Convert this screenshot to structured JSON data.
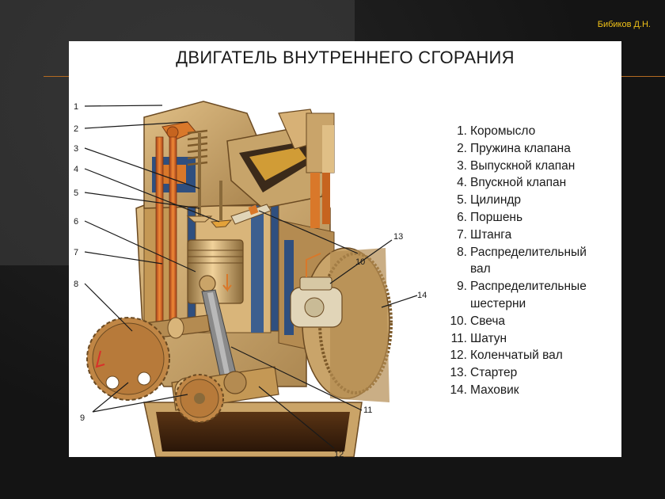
{
  "author": "Бибиков Д.Н.",
  "title": "ДВИГАТЕЛЬ ВНУТРЕННЕГО СГОРАНИЯ",
  "legend": [
    {
      "num": "1.",
      "lines": [
        "Коромысло"
      ]
    },
    {
      "num": "2.",
      "lines": [
        "Пружина клапана"
      ]
    },
    {
      "num": "3.",
      "lines": [
        "Выпускной клапан"
      ]
    },
    {
      "num": "4.",
      "lines": [
        "Впускной клапан"
      ]
    },
    {
      "num": "5.",
      "lines": [
        "Цилиндр"
      ]
    },
    {
      "num": "6.",
      "lines": [
        "Поршень"
      ]
    },
    {
      "num": "7.",
      "lines": [
        "Штанга"
      ]
    },
    {
      "num": "8.",
      "lines": [
        "Распределительный",
        "вал"
      ]
    },
    {
      "num": "9.",
      "lines": [
        "Распределительные",
        "шестерни"
      ]
    },
    {
      "num": "10.",
      "lines": [
        "Свеча"
      ]
    },
    {
      "num": "11.",
      "lines": [
        "Шатун"
      ]
    },
    {
      "num": "12.",
      "lines": [
        "Коленчатый вал"
      ]
    },
    {
      "num": "13.",
      "lines": [
        "Стартер"
      ]
    },
    {
      "num": "14.",
      "lines": [
        "Маховик"
      ]
    }
  ],
  "callouts": [
    "1",
    "2",
    "3",
    "4",
    "5",
    "6",
    "7",
    "8",
    "9",
    "10",
    "11",
    "12",
    "13",
    "14"
  ],
  "colors": {
    "background": "#141414",
    "panel": "#2c2c2c",
    "accent": "#b36a22",
    "author_text": "#f2c318",
    "engine_body": "#c9a46a",
    "copper": "#d9782a",
    "water": "#2f4f7f"
  }
}
